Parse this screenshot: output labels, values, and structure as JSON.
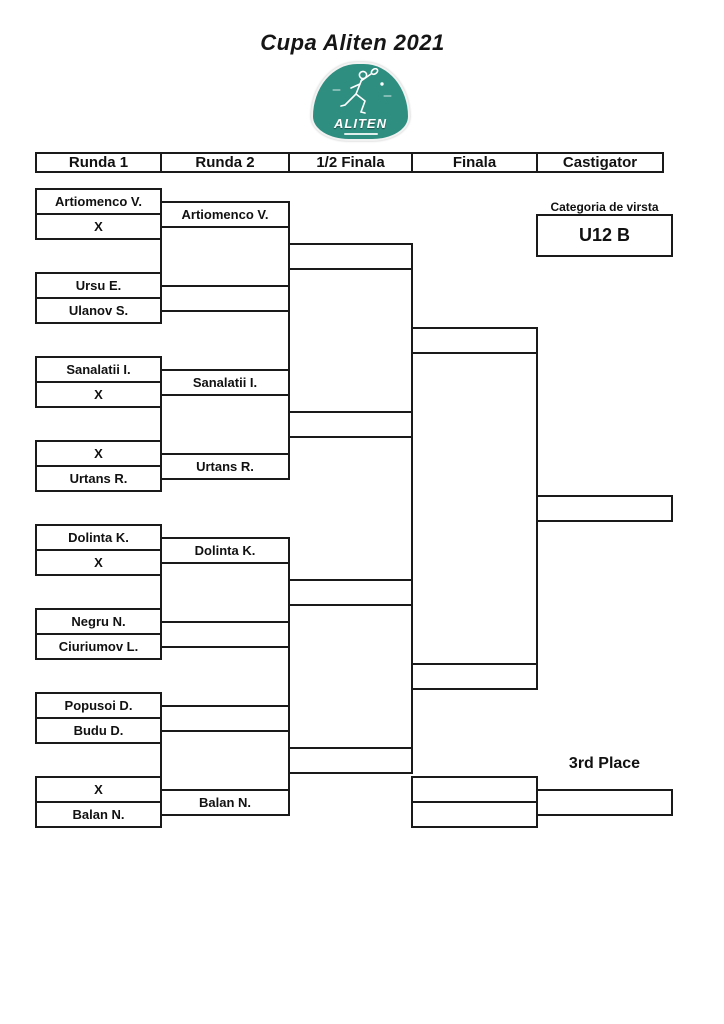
{
  "app": {
    "title": "Cupa Aliten 2021"
  },
  "logo": {
    "label": "ALITEN",
    "color": "#2e8e80"
  },
  "line_color": "#1a1a1a",
  "header": {
    "columns": [
      "Runda 1",
      "Runda 2",
      "1/2 Finala",
      "Finala",
      "Castigator"
    ]
  },
  "category": {
    "label": "Categoria de virsta",
    "value": "U12 B"
  },
  "bracket": {
    "round1": [
      {
        "top": "Artiomenco V.",
        "bottom": "X"
      },
      {
        "top": "Ursu E.",
        "bottom": "Ulanov S."
      },
      {
        "top": "Sanalatii I.",
        "bottom": "X"
      },
      {
        "top": "X",
        "bottom": "Urtans R."
      },
      {
        "top": "Dolinta K.",
        "bottom": "X"
      },
      {
        "top": "Negru N.",
        "bottom": "Ciuriumov L."
      },
      {
        "top": "Popusoi D.",
        "bottom": "Budu D."
      },
      {
        "top": "X",
        "bottom": "Balan N."
      }
    ],
    "round2": [
      "Artiomenco V.",
      "",
      "Sanalatii I.",
      "Urtans R.",
      "Dolinta K.",
      "",
      "",
      "Balan N."
    ],
    "semifinal": [
      "",
      "",
      "",
      ""
    ],
    "final": [
      "",
      ""
    ],
    "winner": ""
  },
  "third_place": {
    "label": "3rd Place",
    "slot_top": "",
    "slot_bottom": "",
    "winner": ""
  }
}
